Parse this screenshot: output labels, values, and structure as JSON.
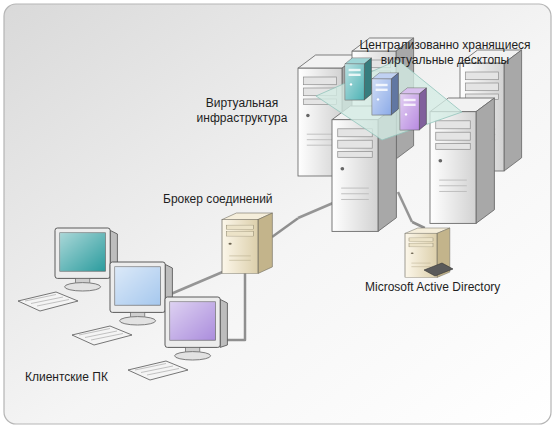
{
  "diagram": {
    "nodes": [
      {
        "text": [
          "Клиентские ПК"
        ]
      },
      {
        "text": [
          "Брокер соединений"
        ]
      },
      {
        "text": [
          "Виртуальная инфраструктура"
        ]
      },
      {
        "text": [
          "Централизованно хранящиеся виртуальные десктопы"
        ],
        "in": 2
      },
      {
        "text": [
          "Microsoft Active Directory"
        ]
      }
    ],
    "edges": [
      {
        "from": 0,
        "to": 1,
        "arrow": "none"
      },
      {
        "from": 1,
        "to": 2,
        "arrow": "none"
      },
      {
        "from": 2,
        "to": 4,
        "arrow": "none"
      }
    ]
  }
}
